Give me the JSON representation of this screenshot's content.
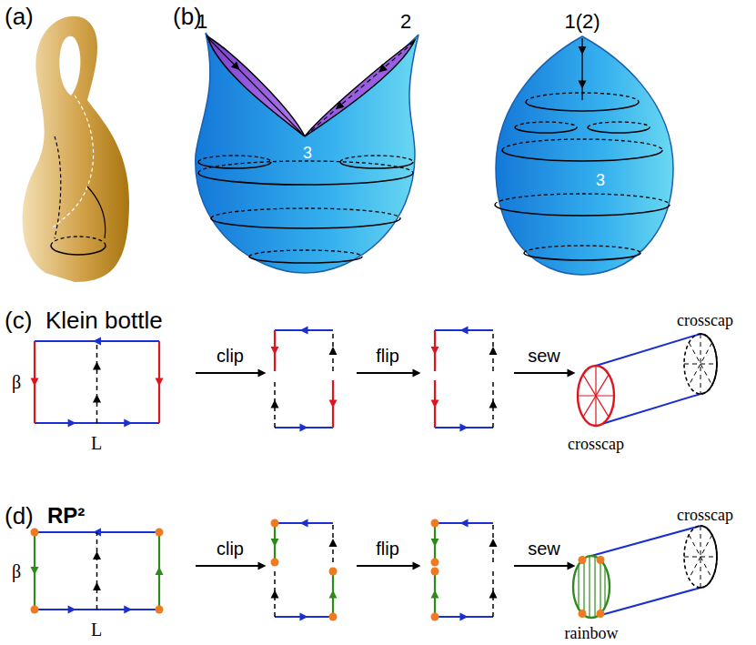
{
  "diagram": {
    "labels": [
      "(a)",
      "(b)",
      "1",
      "2",
      "3",
      "1(2)",
      "3",
      "(c)",
      "Klein bottle",
      "β",
      "L",
      "clip",
      "flip",
      "sew",
      "crosscap",
      "crosscap",
      "(d)",
      "RP²",
      "β",
      "L",
      "clip",
      "flip",
      "sew",
      "rainbow",
      "crosscap"
    ]
  }
}
